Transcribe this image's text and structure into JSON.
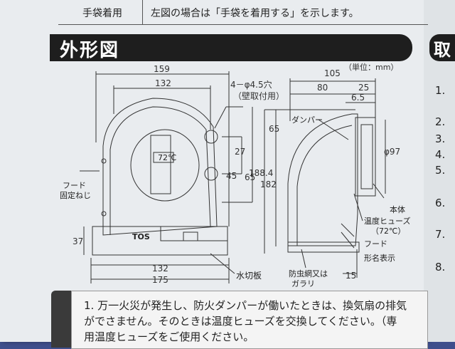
{
  "table": {
    "col1": "手袋着用",
    "col2": "左図の場合は「手袋を着用する」を示します。"
  },
  "section": {
    "title": "外形図",
    "right_title": "取"
  },
  "unit": "（単位：mm）",
  "front_view": {
    "dims": {
      "w159": "159",
      "w132_top": "132",
      "holes": "4－φ4.5穴",
      "holes_sub": "（壁取付用）",
      "h27": "27",
      "h45": "45",
      "h65": "65",
      "h37": "37",
      "w132_bottom": "132",
      "w175": "175"
    },
    "labels": {
      "hood_screw_1": "フード",
      "hood_screw_2": "固定ねじ",
      "fuse_temp": "72℃",
      "water_plate": "水切板",
      "brand": "TOS"
    }
  },
  "side_view": {
    "dims": {
      "w105": "105",
      "w80": "80",
      "w25": "25",
      "w65": "6.5",
      "h65": "65",
      "h1884": "188.4",
      "h182": "182",
      "d97": "φ97",
      "w15": "15"
    },
    "labels": {
      "damper": "ダンパー",
      "body": "本体",
      "fuse_1": "温度ヒューズ",
      "fuse_2": "（72℃）",
      "hood": "フード",
      "model_label": "形名表示",
      "net_1": "防虫網又は",
      "net_2": "ガラリ"
    }
  },
  "notes": {
    "line1": "1. 万一火災が発生し、防火ダンパーが働いたときは、換気扇の排気",
    "line2": "がでさません。そのときは温度ヒューズを交換してください。（専",
    "line3": "用温度ヒューズをご使用ください。"
  },
  "right_column": {
    "items": [
      "1.",
      "2.",
      "3.",
      "4.",
      "5.",
      "6.",
      "7.",
      "8."
    ]
  }
}
